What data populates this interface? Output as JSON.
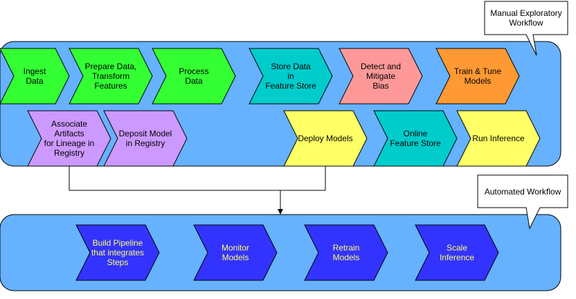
{
  "colors": {
    "panel": "#66b2ff",
    "green": "#33ff33",
    "teal": "#00cccc",
    "pink": "#ff9999",
    "orange": "#ff9933",
    "purple": "#cc99ff",
    "yellow": "#ffff66",
    "blue": "#3333ff",
    "blue_text": "#ffff66",
    "white": "#ffffff"
  },
  "callouts": {
    "manual": "Manual Exploratory\nWorkflow",
    "automated": "Automated Workflow"
  },
  "manual_steps": {
    "ingest": "Ingest\nData",
    "prepare": "Prepare Data,\nTransform\nFeatures",
    "process": "Process\nData",
    "store": "Store Data\nin\nFeature Store",
    "bias": "Detect and\nMitigate\nBias",
    "train": "Train & Tune\nModels",
    "associate": "Associate\nArtifacts\nfor Lineage in\nRegistry",
    "deposit": "Deposit Model\nin Registry",
    "deploy": "Deploy Models",
    "online": "Online\nFeature Store",
    "inference": "Run Inference"
  },
  "automated_steps": {
    "pipeline": "Build Pipeline\nthat integrates\nSteps",
    "monitor": "Monitor\nModels",
    "retrain": "Retrain\nModels",
    "scale": "Scale\nInference"
  }
}
